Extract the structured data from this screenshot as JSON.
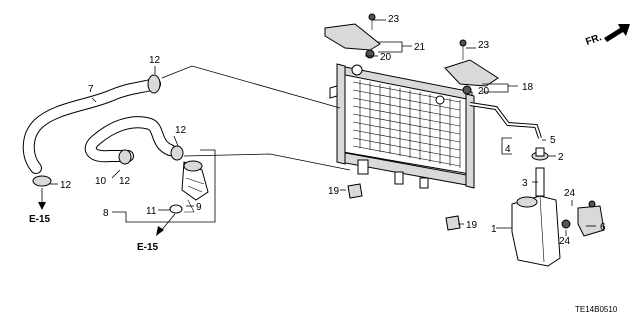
{
  "callouts": {
    "c1": "1",
    "c2": "2",
    "c3": "3",
    "c4": "4",
    "c5": "5",
    "c6": "6",
    "c7": "7",
    "c8": "8",
    "c9": "9",
    "c10": "10",
    "c11": "11",
    "c12a": "12",
    "c12b": "12",
    "c12c": "12",
    "c12d": "12",
    "c18": "18",
    "c19a": "19",
    "c19b": "19",
    "c20a": "20",
    "c20b": "20",
    "c21": "21",
    "c23a": "23",
    "c23b": "23",
    "c24a": "24",
    "c24b": "24"
  },
  "references": {
    "ref1": "E-15",
    "ref2": "E-15"
  },
  "direction": {
    "label": "FR."
  },
  "diagram_code": "TE14B0510"
}
